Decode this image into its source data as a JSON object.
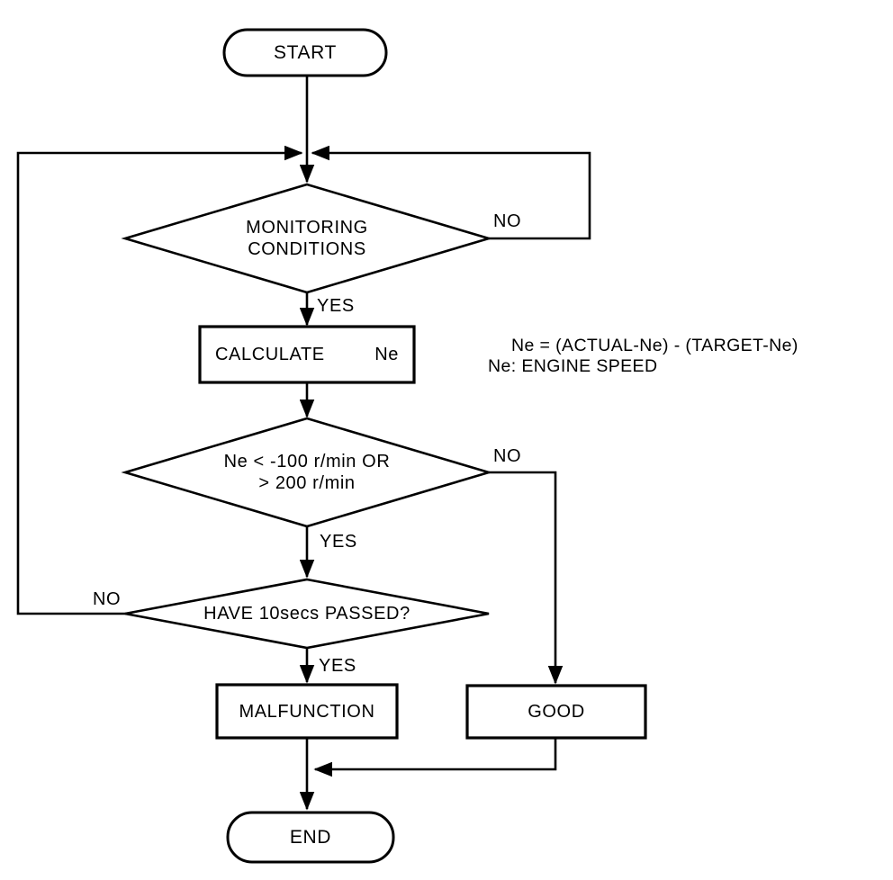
{
  "flowchart": {
    "background": "#ffffff",
    "line_color": "#000000",
    "nodes": {
      "start": {
        "type": "terminator",
        "label": "START"
      },
      "monitoring": {
        "type": "decision",
        "line1": "MONITORING",
        "line2": "CONDITIONS"
      },
      "calculate": {
        "type": "process",
        "label": "CALCULATE",
        "variable": "Ne"
      },
      "threshold": {
        "type": "decision",
        "line1": "Ne < -100 r/min OR",
        "line2": "> 200 r/min"
      },
      "timer": {
        "type": "decision",
        "label": "HAVE 10secs PASSED?"
      },
      "malfunction": {
        "type": "process",
        "label": "MALFUNCTION"
      },
      "good": {
        "type": "process",
        "label": "GOOD"
      },
      "end": {
        "type": "terminator",
        "label": "END"
      }
    },
    "edge_labels": {
      "monitoring_no": "NO",
      "monitoring_yes": "YES",
      "threshold_no": "NO",
      "threshold_yes": "YES",
      "timer_no": "NO",
      "timer_yes": "YES"
    },
    "note": {
      "line1": "Ne = (ACTUAL-Ne) - (TARGET-Ne)",
      "line2": "Ne: ENGINE SPEED"
    }
  }
}
